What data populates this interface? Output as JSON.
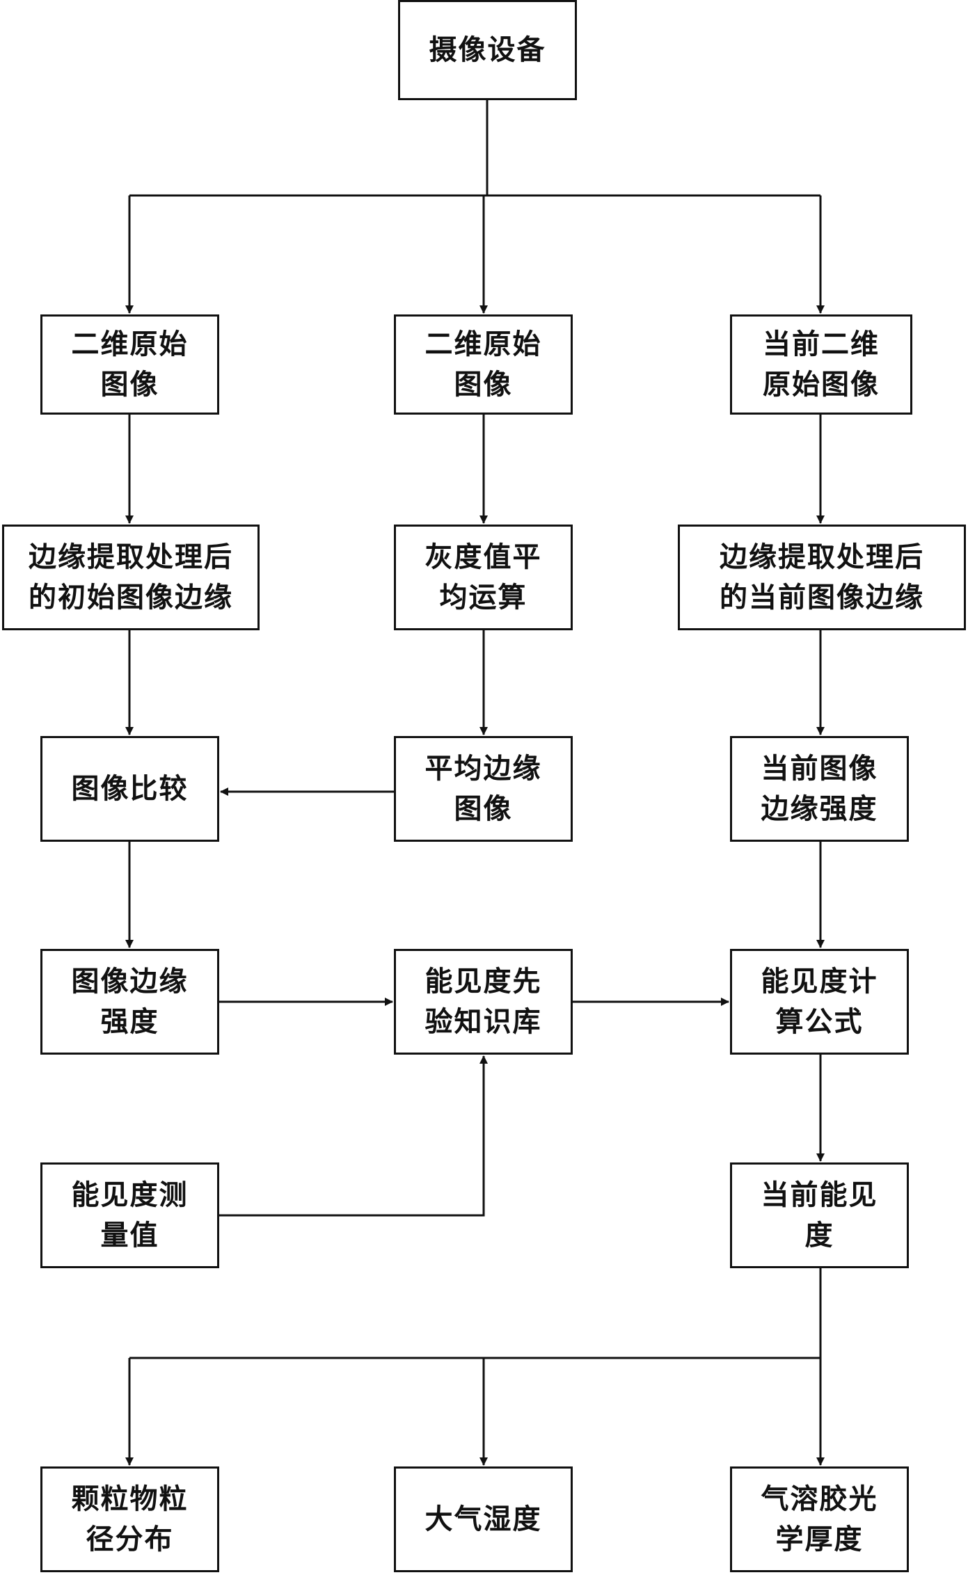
{
  "nodes": {
    "camera": {
      "lines": [
        "摄像设备"
      ]
    },
    "raw_image_left": {
      "lines": [
        "二维原始",
        "图像"
      ]
    },
    "raw_image_mid": {
      "lines": [
        "二维原始",
        "图像"
      ]
    },
    "current_raw_image": {
      "lines": [
        "当前二维",
        "原始图像"
      ]
    },
    "initial_edge": {
      "lines": [
        "边缘提取处理后",
        "的初始图像边缘"
      ]
    },
    "gray_average": {
      "lines": [
        "灰度值平",
        "均运算"
      ]
    },
    "current_edge": {
      "lines": [
        "边缘提取处理后",
        "的当前图像边缘"
      ]
    },
    "image_compare": {
      "lines": [
        "图像比较"
      ]
    },
    "average_edge_image": {
      "lines": [
        "平均边缘",
        "图像"
      ]
    },
    "current_edge_strength": {
      "lines": [
        "当前图像",
        "边缘强度"
      ]
    },
    "edge_strength": {
      "lines": [
        "图像边缘",
        "强度"
      ]
    },
    "knowledge_base": {
      "lines": [
        "能见度先",
        "验知识库"
      ]
    },
    "visibility_formula": {
      "lines": [
        "能见度计",
        "算公式"
      ]
    },
    "visibility_measured": {
      "lines": [
        "能见度测",
        "量值"
      ]
    },
    "current_visibility": {
      "lines": [
        "当前能见",
        "度"
      ]
    },
    "particle_distribution": {
      "lines": [
        "颗粒物粒",
        "径分布"
      ]
    },
    "humidity": {
      "lines": [
        "大气湿度"
      ]
    },
    "aerosol_depth": {
      "lines": [
        "气溶胶光",
        "学厚度"
      ]
    }
  }
}
